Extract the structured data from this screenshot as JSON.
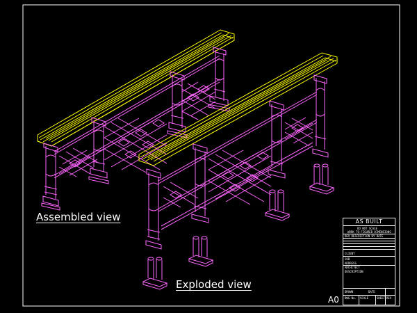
{
  "drawing": {
    "labels": {
      "assembled": "Assembled view",
      "exploded": "Exploded view",
      "sheet_size": "A0"
    },
    "colors": {
      "background": "#000000",
      "handrail": "#ffff00",
      "railing": "#ff66ff",
      "frame": "#ffffff"
    },
    "title_block": {
      "title": "AS BUILT",
      "note_1": "DO NOT SCALE",
      "note_2": "WORK TO FIGURED DIMENSIONS",
      "revision_header": "REV  DESCRIPTION          BY   DATE",
      "client_label": "CLIENT",
      "job_label": "JOB",
      "address_label": "ADDRESS",
      "architect_label": "ARCHITECT",
      "description_label": "DESCRIPTION",
      "drawn_label": "DRAWN",
      "date_label": "DATE",
      "scale_label": "SCALE",
      "sheet_label": "SHEET",
      "rev_label": "REV",
      "drawing_no_label": "DWG No."
    }
  }
}
